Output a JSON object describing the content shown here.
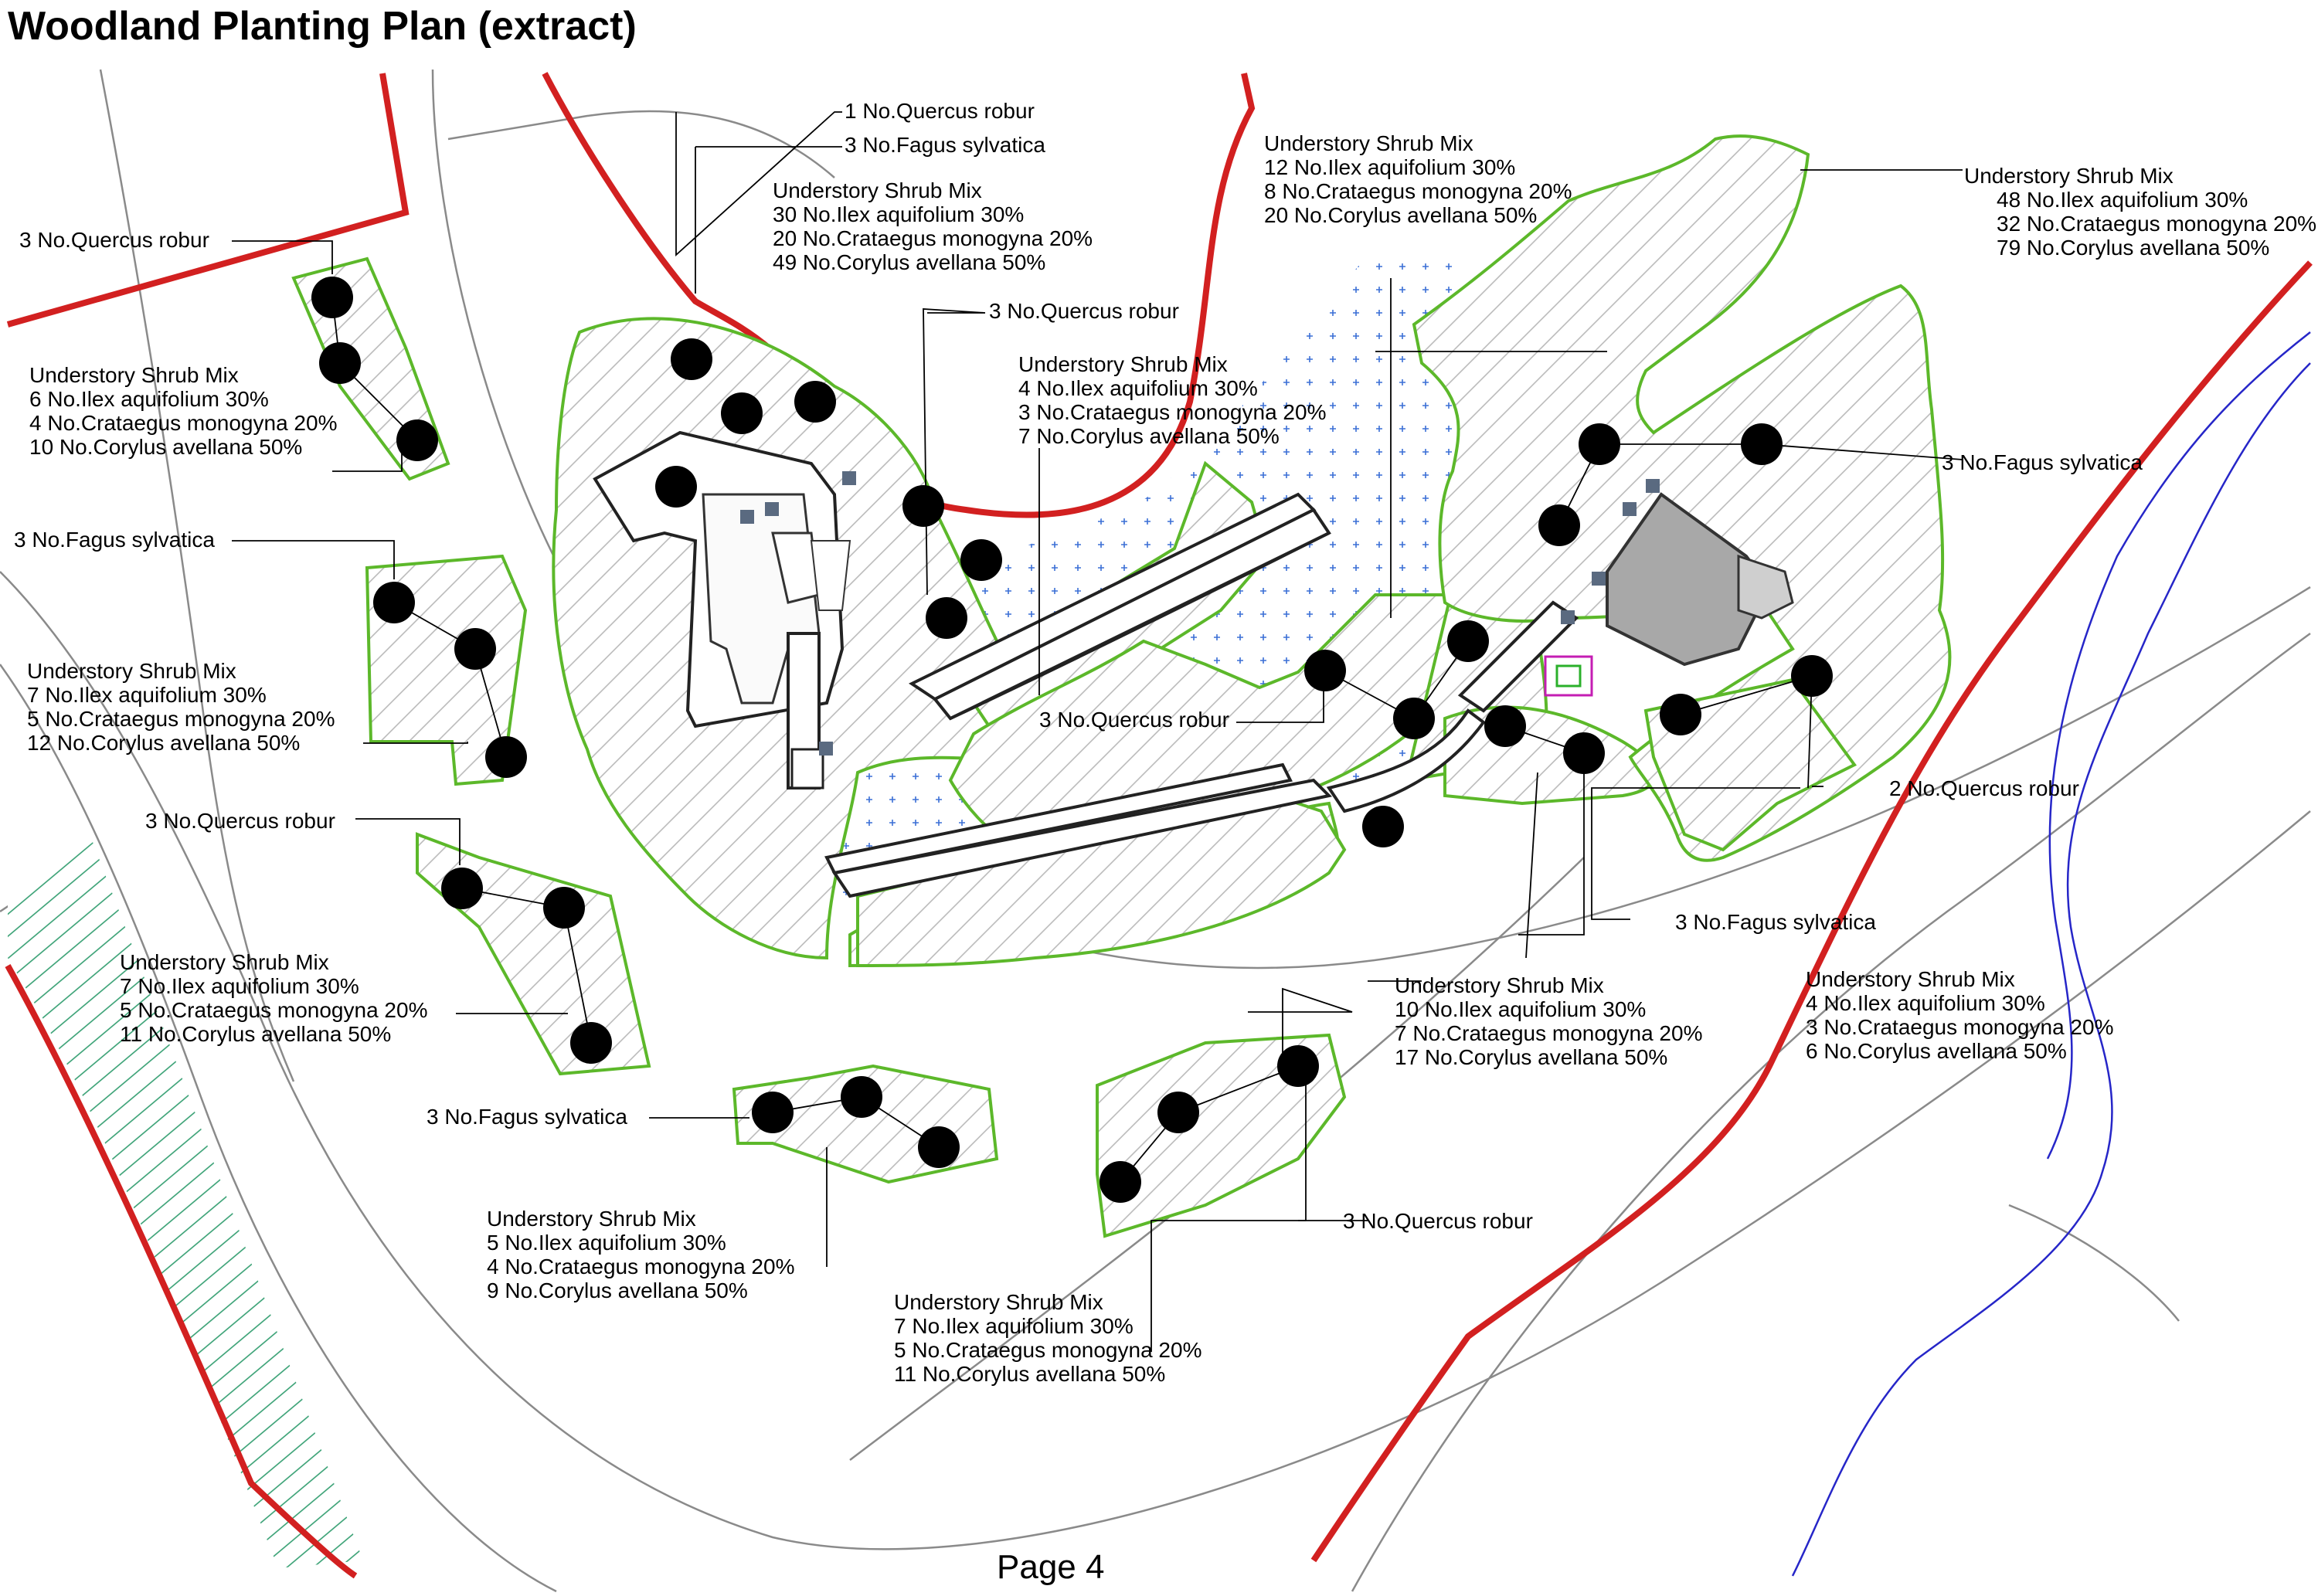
{
  "title": "Woodland Planting Plan (extract)",
  "page_label": "Page 4",
  "colors": {
    "site_boundary": "#d22020",
    "planting_edge": "#5cb82a",
    "watercourse": "#2626c8",
    "meadow_crosses": "#3b6fd6"
  },
  "icons": {
    "tree": "tree-canopy-icon",
    "building": "building-icon"
  },
  "labels": {
    "l01": "1 No.Quercus robur",
    "l02": "3 No.Fagus sylvatica",
    "l03": "3 No.Quercus robur",
    "l04": "3 No.Quercus robur",
    "l05": "3 No.Fagus sylvatica",
    "l06": "3 No.Quercus robur",
    "l07": "3 No.Quercus robur",
    "l08": "3 No.Fagus sylvatica",
    "l09": "3 No.Fagus sylvatica",
    "l10": "2 No.Quercus robur",
    "l11": "3 No.Fagus sylvatica",
    "l12": "3 No.Quercus robur"
  },
  "shrub_mixes": {
    "m1": {
      "heading": "Understory Shrub Mix",
      "ilex": "30 No.Ilex aquifolium 30%",
      "crataegus": "20 No.Crataegus monogyna 20%",
      "corylus": "49 No.Corylus avellana 50%"
    },
    "m2": {
      "heading": "Understory Shrub Mix",
      "ilex": "12 No.Ilex aquifolium 30%",
      "crataegus": "8 No.Crataegus monogyna 20%",
      "corylus": "20 No.Corylus avellana 50%"
    },
    "m3": {
      "heading": "Understory Shrub Mix",
      "ilex": "48 No.Ilex aquifolium 30%",
      "crataegus": "32 No.Crataegus monogyna 20%",
      "corylus": "79 No.Corylus avellana 50%"
    },
    "m4": {
      "heading": "Understory Shrub Mix",
      "ilex": "6 No.Ilex aquifolium 30%",
      "crataegus": "4 No.Crataegus monogyna 20%",
      "corylus": "10 No.Corylus avellana 50%"
    },
    "m5": {
      "heading": "Understory Shrub Mix",
      "ilex": "4 No.Ilex aquifolium 30%",
      "crataegus": "3 No.Crataegus monogyna 20%",
      "corylus": "7 No.Corylus avellana 50%"
    },
    "m6": {
      "heading": "Understory Shrub Mix",
      "ilex": "7 No.Ilex aquifolium 30%",
      "crataegus": "5 No.Crataegus monogyna 20%",
      "corylus": "12 No.Corylus avellana 50%"
    },
    "m7": {
      "heading": "Understory Shrub Mix",
      "ilex": "7 No.Ilex aquifolium 30%",
      "crataegus": "5 No.Crataegus monogyna 20%",
      "corylus": "11 No.Corylus avellana 50%"
    },
    "m8": {
      "heading": "Understory Shrub Mix",
      "ilex": "10 No.Ilex aquifolium 30%",
      "crataegus": "7 No.Crataegus monogyna 20%",
      "corylus": "17 No.Corylus avellana 50%"
    },
    "m9": {
      "heading": "Understory Shrub Mix",
      "ilex": "4 No.Ilex aquifolium 30%",
      "crataegus": "3 No.Crataegus monogyna 20%",
      "corylus": "6 No.Corylus avellana 50%"
    },
    "m10": {
      "heading": "Understory Shrub Mix",
      "ilex": "5 No.Ilex aquifolium 30%",
      "crataegus": "4 No.Crataegus monogyna 20%",
      "corylus": "9 No.Corylus avellana 50%"
    },
    "m11": {
      "heading": "Understory Shrub Mix",
      "ilex": "7 No.Ilex aquifolium 30%",
      "crataegus": "5 No.Crataegus monogyna 20%",
      "corylus": "11 No.Corylus avellana 50%"
    }
  }
}
